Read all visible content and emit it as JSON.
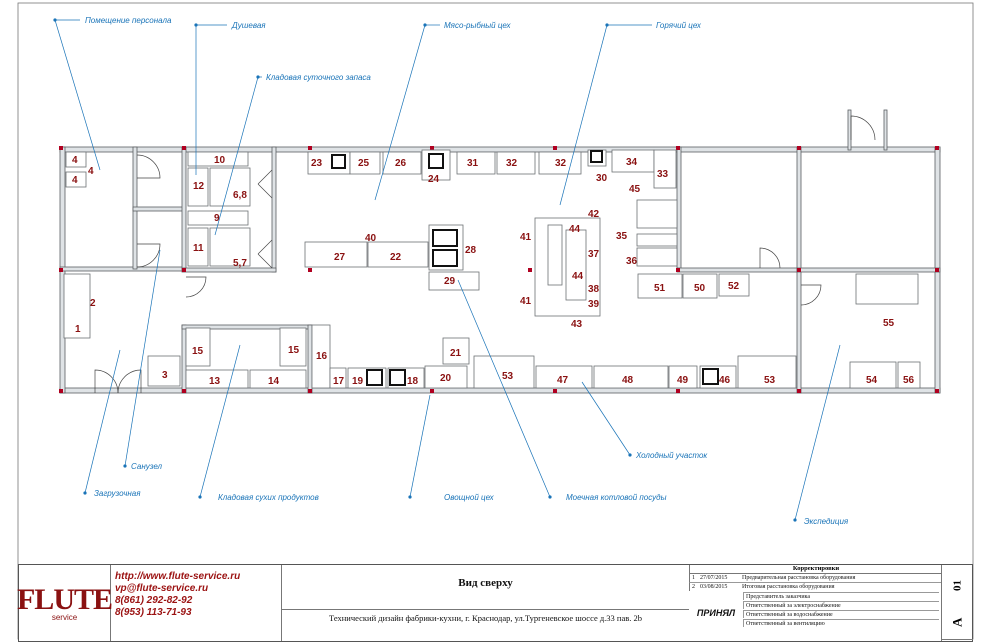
{
  "rooms": {
    "staff_room": "Помещение персонала",
    "shower": "Душевая",
    "daily_storage": "Кладовая суточного запаса",
    "meat_fish": "Мясо-рыбный цех",
    "hot_shop": "Горячий цех",
    "toilet": "Санузел",
    "loading": "Загрузочная",
    "dry_storage": "Кладовая сухих продуктов",
    "vegetable": "Овощной цех",
    "dish_wash": "Моечная котловой посуды",
    "cold": "Холодный участок",
    "expedition": "Экспедиция"
  },
  "equipment": {
    "n4a": "4",
    "n4b": "4",
    "n4c": "4",
    "n10": "10",
    "n12": "12",
    "n68": "6,8",
    "n9": "9",
    "n11": "11",
    "n57": "5,7",
    "n23": "23",
    "n25": "25",
    "n26": "26",
    "n24": "24",
    "n31": "31",
    "n32a": "32",
    "n32b": "32",
    "n30": "30",
    "n34": "34",
    "n33": "33",
    "n45": "45",
    "n35": "35",
    "n36": "36",
    "n40": "40",
    "n27": "27",
    "n22": "22",
    "n28": "28",
    "n29": "29",
    "n42": "42",
    "n44a": "44",
    "n44b": "44",
    "n41a": "41",
    "n41b": "41",
    "n37": "37",
    "n38": "38",
    "n39": "39",
    "n43": "43",
    "n2": "2",
    "n1": "1",
    "n3": "3",
    "n13": "13",
    "n14": "14",
    "n15a": "15",
    "n15b": "15",
    "n16": "16",
    "n17": "17",
    "n19": "19",
    "n18": "18",
    "n20": "20",
    "n21": "21",
    "n53a": "53",
    "n47": "47",
    "n48": "48",
    "n49": "49",
    "n46": "46",
    "n53b": "53",
    "n51": "51",
    "n50": "50",
    "n52": "52",
    "n55": "55",
    "n54": "54",
    "n56": "56"
  },
  "titleblock": {
    "logo": "FLUTE",
    "logo_sub": "service",
    "url": "http://www.flute-service.ru",
    "email": "vp@flute-service.ru",
    "phone1": "8(861) 292-82-92",
    "phone2": "8(953) 113-71-93",
    "view_title": "Вид сверху",
    "project": "Технический дизайн фабрики-кухни, г. Краснодар, ул.Тургеневское шоссе д.33 пав. 2b",
    "accepted": "ПРИНЯЛ",
    "corrections_title": "Корректировки",
    "corrections": [
      {
        "n": "1",
        "date": "27/07/2015",
        "text": "Предварительная расстановка оборудования"
      },
      {
        "n": "2",
        "date": "03/08/2015",
        "text": "Итоговая расстановка оборудования"
      }
    ],
    "responsible": [
      "Представитель заказчика",
      "Ответственный за электроснабжение",
      "Ответственный за водоснабжение",
      "Ответственный за вентиляцию"
    ],
    "sheet_number": "01",
    "sheet_letter": "A"
  },
  "colors": {
    "label": "#1a74b8",
    "number": "#8a1111",
    "column": "#b00020"
  }
}
